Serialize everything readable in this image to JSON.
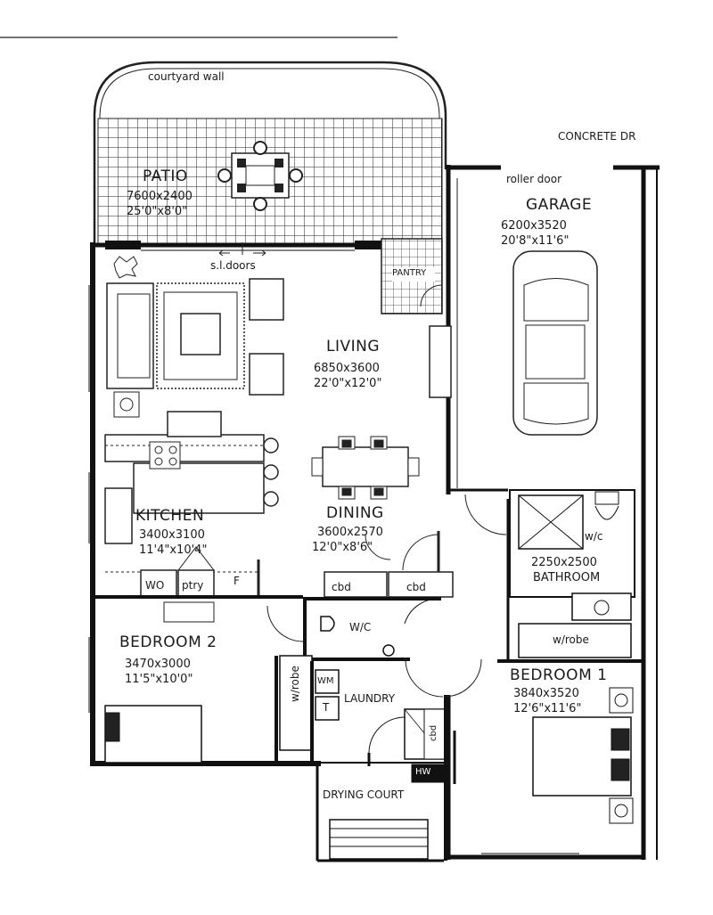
{
  "header": {
    "road_label": "CONCRETE DR"
  },
  "outdoor": {
    "courtyard_wall": "courtyard wall",
    "patio": {
      "name": "PATIO",
      "metric": "7600x2400",
      "imperial": "25'0\"x8'0\""
    },
    "sliding_doors": "s.l.doors"
  },
  "rooms": {
    "living": {
      "name": "LIVING",
      "metric": "6850x3600",
      "imperial": "22'0\"x12'0\""
    },
    "dining": {
      "name": "DINING",
      "metric": "3600x2570",
      "imperial": "12'0\"x8'6\""
    },
    "kitchen": {
      "name": "KITCHEN",
      "metric": "3400x3100",
      "imperial": "11'4\"x10'4\""
    },
    "garage": {
      "name": "GARAGE",
      "door": "roller door",
      "metric": "6200x3520",
      "imperial": "20'8\"x11'6\""
    },
    "bathroom": {
      "name": "BATHROOM",
      "metric": "2250x2500"
    },
    "bedroom2": {
      "name": "BEDROOM 2",
      "metric": "3470x3000",
      "imperial": "11'5\"x10'0\""
    },
    "bedroom1": {
      "name": "BEDROOM 1",
      "metric": "3840x3520",
      "imperial": "12'6\"x11'6\""
    },
    "laundry": {
      "name": "LAUNDRY"
    },
    "drying_court": {
      "name": "DRYING COURT"
    }
  },
  "fixtures": {
    "pantry": "PANTRY",
    "wo": "WO",
    "ptry": "ptry",
    "fridge": "F",
    "cbd": "cbd",
    "wc": "W/C",
    "wc_small": "w/c",
    "wrobe": "w/robe",
    "wm": "WM",
    "tub": "T",
    "hw": "HW"
  }
}
